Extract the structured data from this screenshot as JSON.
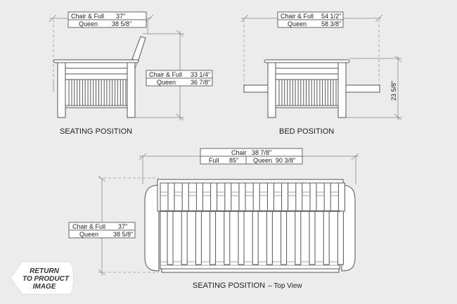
{
  "seating_side": {
    "width_table": {
      "rows": [
        {
          "label": "Chair & Full",
          "value": "37\""
        },
        {
          "label": "Queen",
          "value": "38 5/8\""
        }
      ]
    },
    "height_table": {
      "rows": [
        {
          "label": "Chair & Full",
          "value": "33 1/4\""
        },
        {
          "label": "Queen",
          "value": "36 7/8\""
        }
      ]
    },
    "caption": "SEATING POSITION"
  },
  "bed_side": {
    "length_table": {
      "rows": [
        {
          "label": "Chair & Full",
          "value": "54 1/2\""
        },
        {
          "label": "Queen",
          "value": "58 3/8\""
        }
      ]
    },
    "height": "23 5/8\"",
    "caption": "BED POSITION"
  },
  "top_view": {
    "width_table": {
      "chair_label": "Chair",
      "chair_value": "38 7/8\"",
      "full_label": "Full",
      "full_value": "85\"",
      "queen_label": "Queen",
      "queen_value": "90 3/8\""
    },
    "depth_table": {
      "rows": [
        {
          "label": "Chair & Full",
          "value": "37\""
        },
        {
          "label": "Queen",
          "value": "38 5/8\""
        }
      ]
    },
    "caption": "SEATING POSITION",
    "caption_suffix": "– Top View"
  },
  "return_button": {
    "line1": "RETURN",
    "line2": "TO PRODUCT",
    "line3": "IMAGE"
  }
}
